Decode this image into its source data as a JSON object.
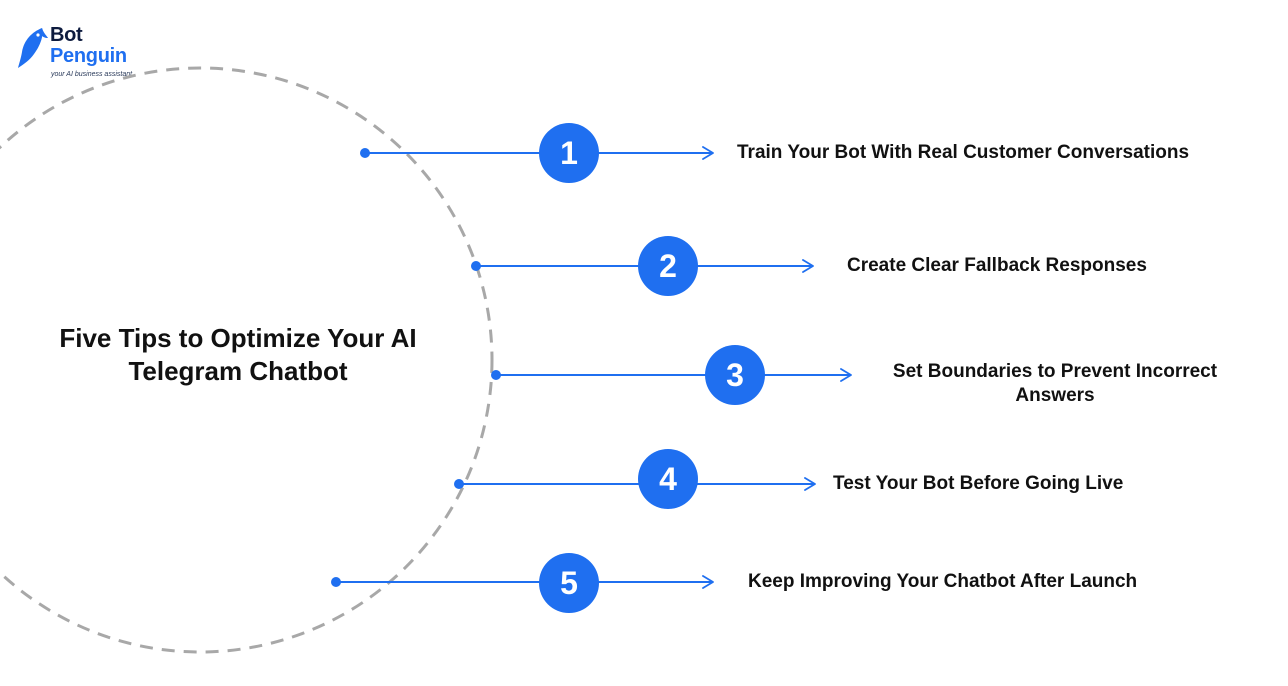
{
  "brand": {
    "name_line1": "Bot",
    "name_line2": "Penguin",
    "tagline": "your AI business assistant"
  },
  "title": "Five Tips to Optimize Your AI Telegram Chatbot",
  "tips": [
    {
      "number": "1",
      "text": "Train Your Bot With Real Customer Conversations"
    },
    {
      "number": "2",
      "text": "Create Clear Fallback Responses"
    },
    {
      "number": "3",
      "text": "Set Boundaries to Prevent Incorrect Answers"
    },
    {
      "number": "4",
      "text": "Test Your Bot Before Going Live"
    },
    {
      "number": "5",
      "text": "Keep Improving Your Chatbot After Launch"
    }
  ],
  "colors": {
    "accent": "#1f6ff0",
    "circle_dash": "#a8a8a8",
    "text": "#111111"
  }
}
